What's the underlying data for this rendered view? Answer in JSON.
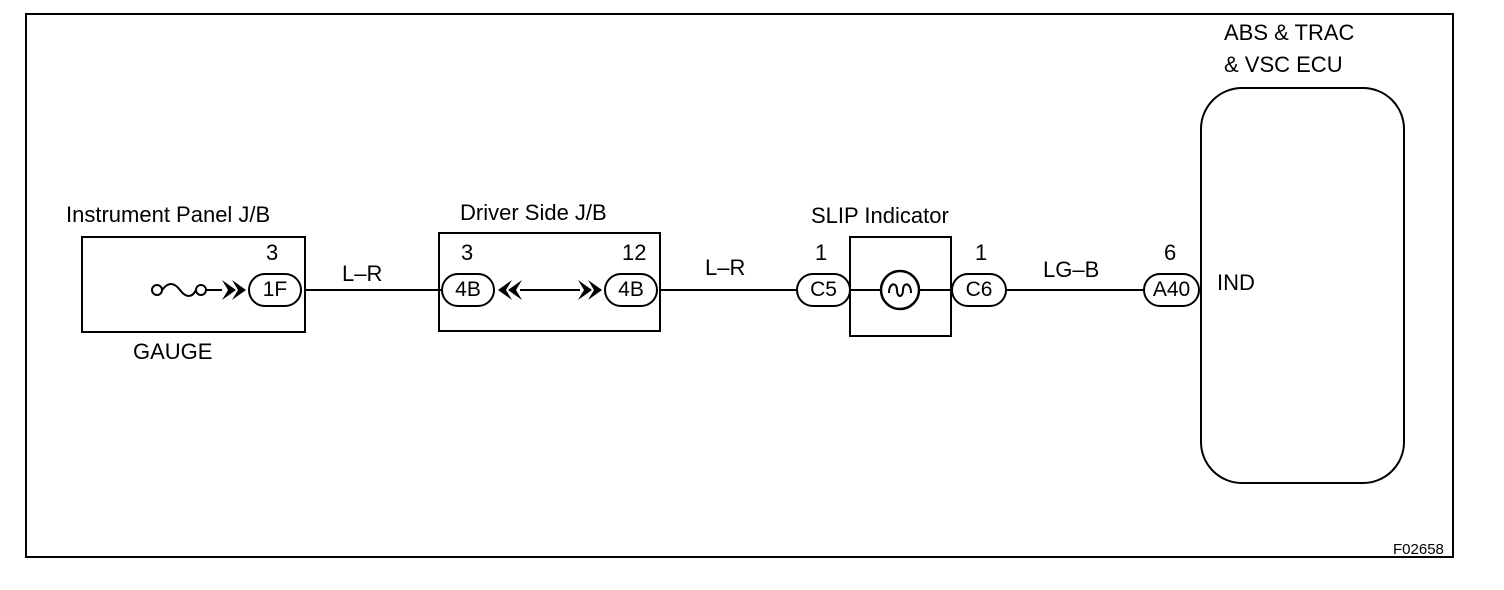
{
  "diagram": {
    "instrument_panel_jb": {
      "title": "Instrument Panel J/B",
      "pin": "3",
      "connector": "1F",
      "sublabel": "GAUGE"
    },
    "wire_1": {
      "color_code": "L–R"
    },
    "driver_side_jb": {
      "title": "Driver Side J/B",
      "pin_left": "3",
      "connector_left": "4B",
      "pin_right": "12",
      "connector_right": "4B"
    },
    "wire_2": {
      "color_code": "L–R"
    },
    "slip_indicator": {
      "title": "SLIP Indicator",
      "pin_left": "1",
      "connector_left": "C5",
      "pin_right": "1",
      "connector_right": "C6"
    },
    "wire_3": {
      "color_code": "LG–B"
    },
    "ecu": {
      "title_line1": "ABS & TRAC",
      "title_line2": "& VSC ECU",
      "pin": "6",
      "connector": "A40",
      "terminal": "IND"
    },
    "figure_id": "F02658"
  }
}
